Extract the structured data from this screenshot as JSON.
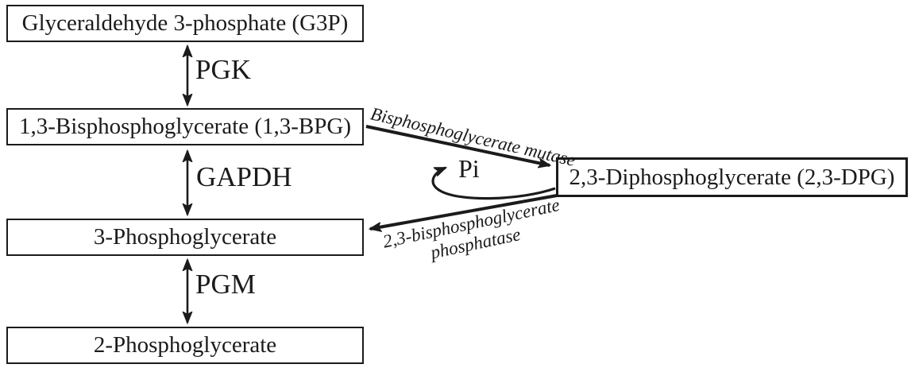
{
  "colors": {
    "ink": "#1b1b1b",
    "background": "#ffffff",
    "box_fill": "#ffffff",
    "box_border": "#1b1b1b"
  },
  "nodes": {
    "g3p": "Glyceraldehyde 3-phosphate (G3P)",
    "bpg13": "1,3-Bisphosphoglycerate (1,3-BPG)",
    "pg3": "3-Phosphoglycerate",
    "pg2": "2-Phosphoglycerate",
    "dpg23": "2,3-Diphosphoglycerate (2,3-DPG)"
  },
  "edges": [
    {
      "id": "pgk",
      "from": "g3p",
      "to": "bpg13",
      "bidirectional": true,
      "label": "PGK"
    },
    {
      "id": "gapdh",
      "from": "bpg13",
      "to": "pg3",
      "bidirectional": true,
      "label": "GAPDH"
    },
    {
      "id": "pgm",
      "from": "pg3",
      "to": "pg2",
      "bidirectional": true,
      "label": "PGM"
    },
    {
      "id": "mutase",
      "from": "bpg13",
      "to": "dpg23",
      "bidirectional": false,
      "label": "Bisphosphoglycerate mutase"
    },
    {
      "id": "phosphatase",
      "from": "dpg23",
      "to": "pg3",
      "bidirectional": false,
      "label_line1": "2,3-bisphosphoglycerate",
      "label_line2": "phosphatase",
      "byproduct": "Pi"
    }
  ]
}
